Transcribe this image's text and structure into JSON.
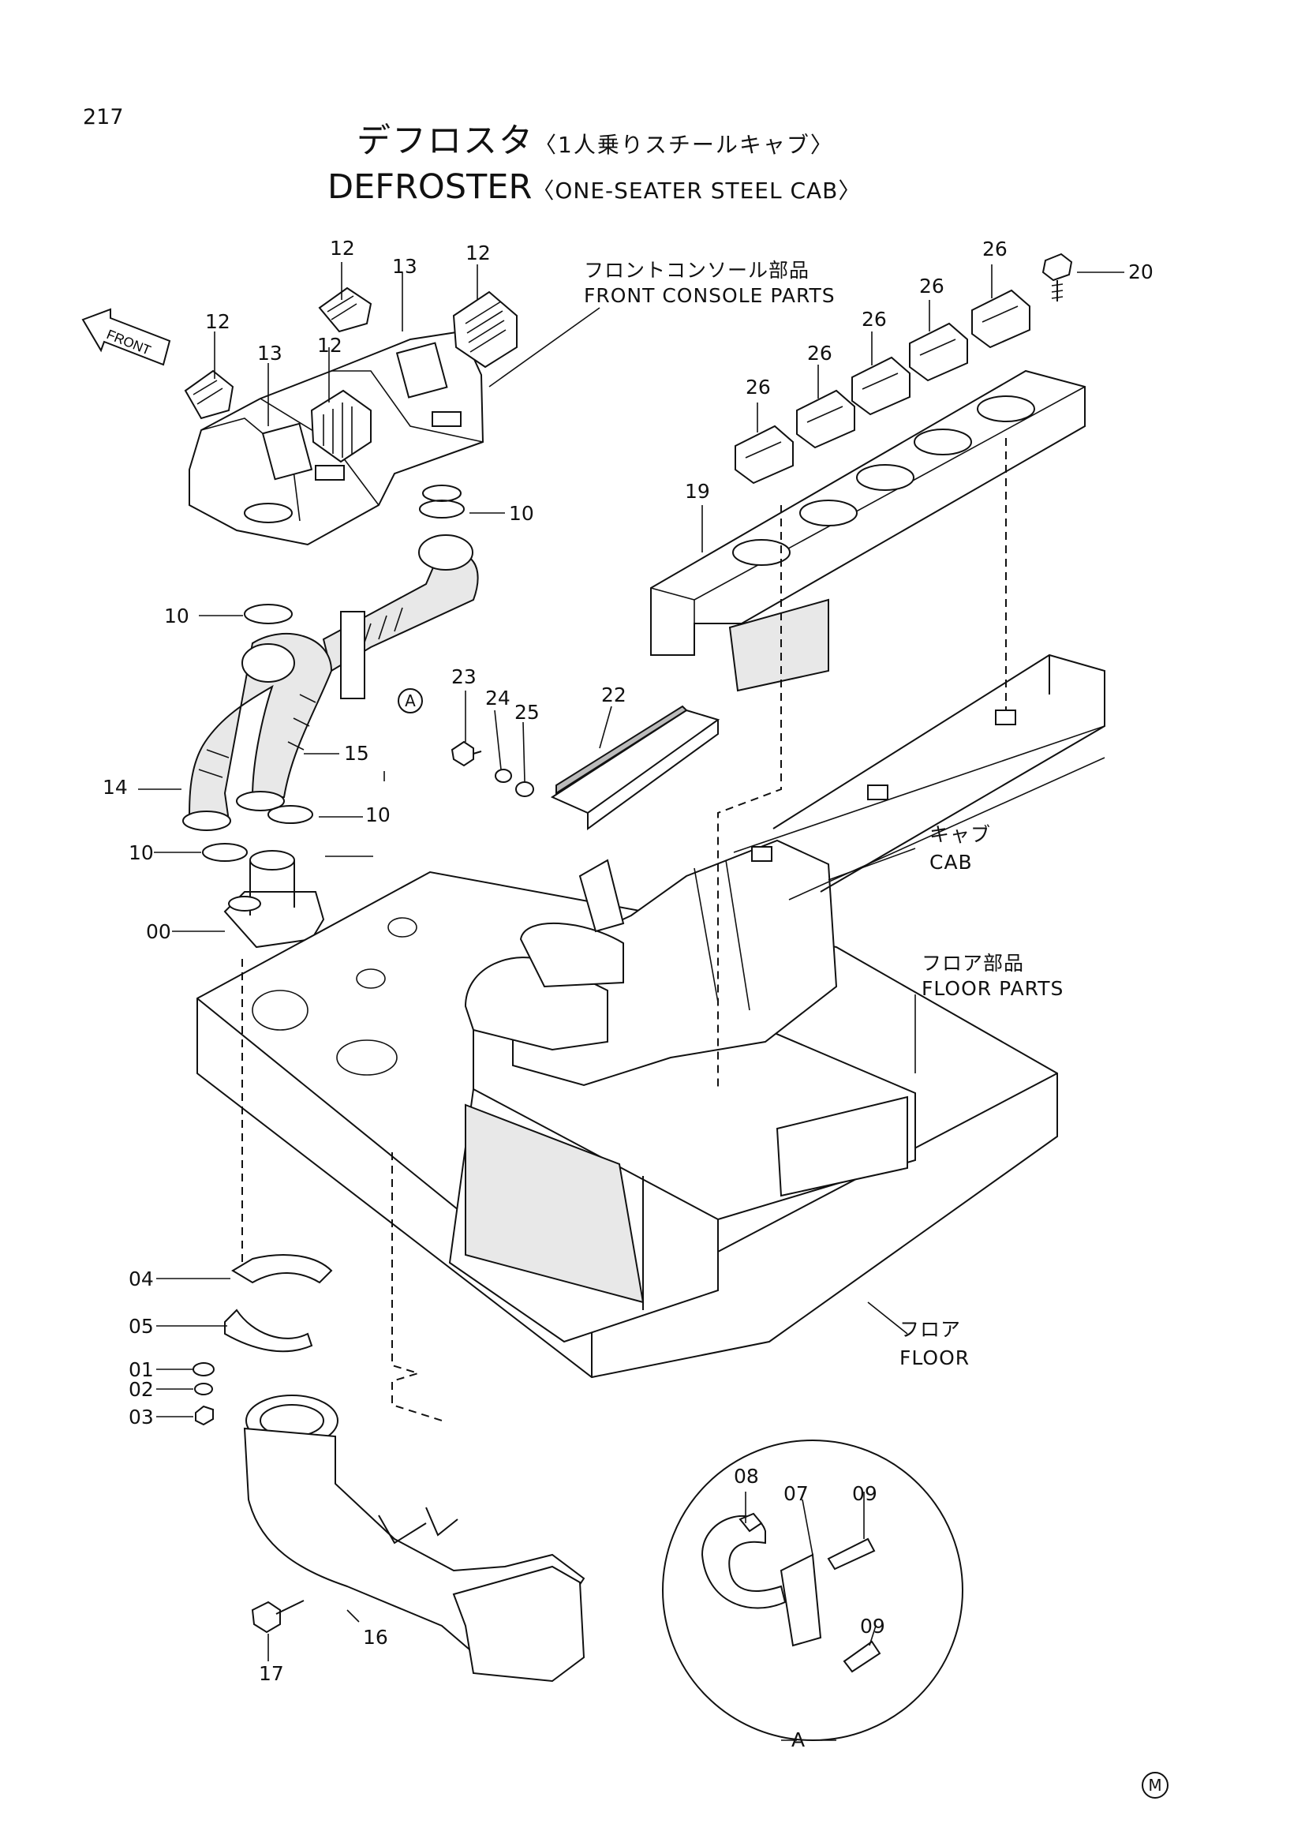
{
  "page": {
    "number": "217",
    "title_jp": "デフロスタ",
    "subtitle_jp": "〈1人乗りスチールキャブ〉",
    "title_en": "DEFROSTER",
    "subtitle_en": "〈ONE-SEATER STEEL CAB〉",
    "mark": "M"
  },
  "labels": {
    "front_arrow": "FRONT",
    "front_console_jp": "フロントコンソール部品",
    "front_console_en": "FRONT CONSOLE PARTS",
    "cab_jp": "キャブ",
    "cab_en": "CAB",
    "floor_parts_jp": "フロア部品",
    "floor_parts_en": "FLOOR PARTS",
    "floor_jp": "フロア",
    "floor_en": "FLOOR",
    "detail_a": "A",
    "ref_a": "A"
  },
  "callouts": {
    "p12a": "12",
    "p12b": "12",
    "p12c": "12",
    "p12d": "12",
    "p13a": "13",
    "p13b": "13",
    "p26a": "26",
    "p26b": "26",
    "p26c": "26",
    "p26d": "26",
    "p26e": "26",
    "p20": "20",
    "p19": "19",
    "p10a": "10",
    "p10b": "10",
    "p10c": "10",
    "p10d": "10",
    "p14": "14",
    "p15": "15",
    "p23": "23",
    "p24": "24",
    "p25": "25",
    "p22": "22",
    "p00": "00",
    "p04": "04",
    "p05": "05",
    "p01": "01",
    "p02": "02",
    "p03": "03",
    "p16": "16",
    "p17": "17",
    "p08": "08",
    "p07": "07",
    "p09a": "09",
    "p09b": "09"
  }
}
